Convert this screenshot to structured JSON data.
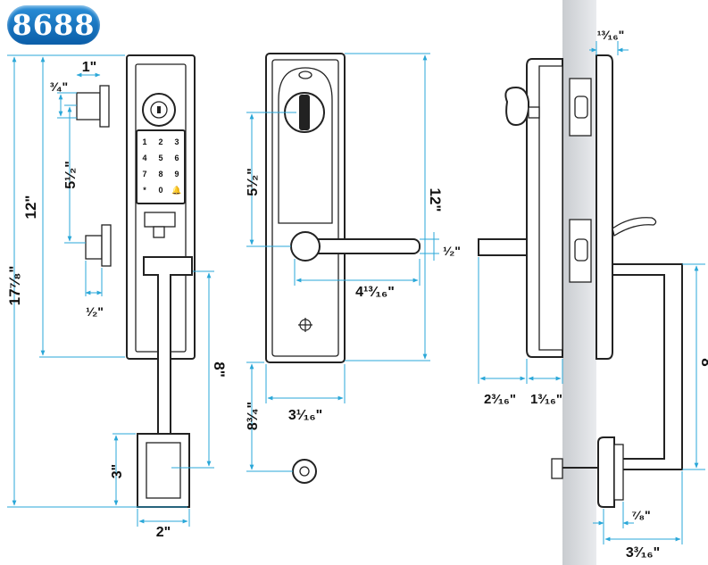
{
  "title": "8688",
  "dimensions": {
    "overall_height": "17⁷⁄₈\"",
    "escutcheon_height": "12\"",
    "deadbolt_offset": "1\"",
    "deadbolt_width": "³⁄₄\"",
    "keypad_to_latch": "5¹⁄₂\"",
    "latch_width": "¹⁄₂\"",
    "handle_length": "8\"",
    "grip_height": "3\"",
    "grip_width": "2\"",
    "inside_thumbturn_to_lever": "5¹⁄₂\"",
    "inside_height": "12\"",
    "lever_offset": "¹⁄₂\"",
    "lever_length": "4¹³⁄₁₆\"",
    "lower_height": "8³⁄₄\"",
    "inside_width": "3¹⁄₁₆\"",
    "side_top_depth": "¹³⁄₁₆\"",
    "side_spindle": "2³⁄₁₆\"",
    "side_plate": "1³⁄₁₆\"",
    "side_handle_length": "8\"",
    "side_base": "⁷⁄₈\"",
    "side_projection": "3³⁄₁₆\""
  },
  "keypad": [
    "1",
    "2",
    "3",
    "4",
    "5",
    "6",
    "7",
    "8",
    "9",
    "*",
    "0",
    "🔔"
  ]
}
